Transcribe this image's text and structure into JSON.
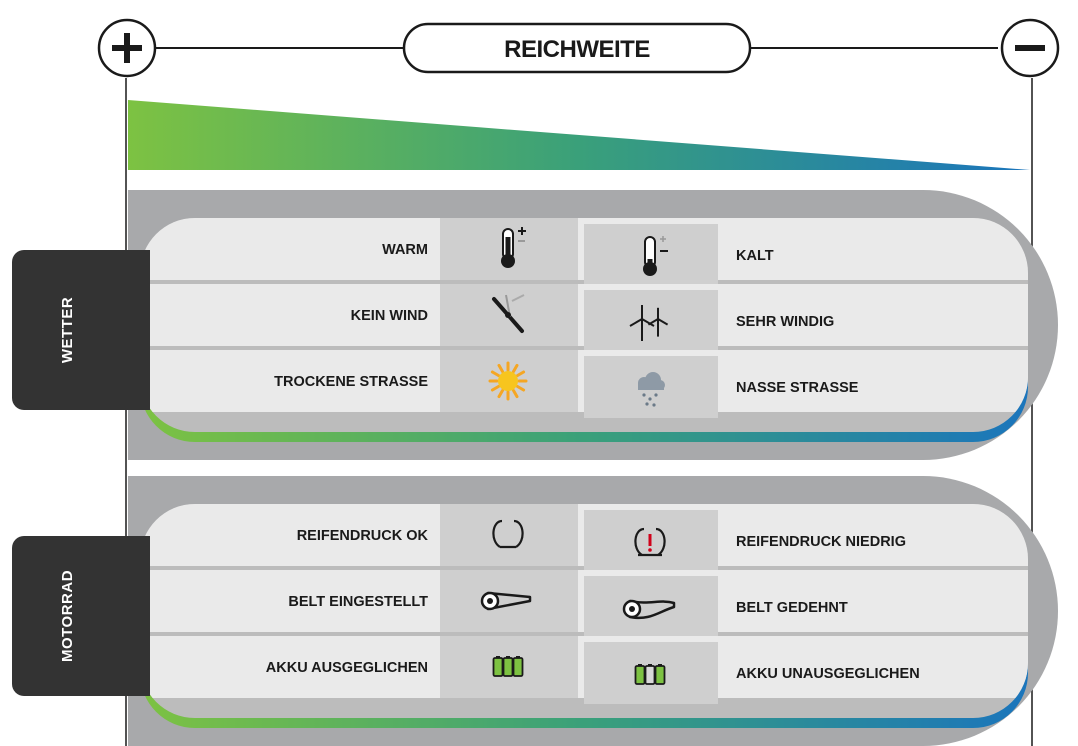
{
  "header": {
    "title": "REICHWEITE",
    "plus_symbol": "+",
    "minus_symbol": "−"
  },
  "colors": {
    "gradient_start": "#7dc242",
    "gradient_end": "#1b75bc",
    "sidebar_tab": "#333333",
    "band_bg": "#a8a9ab",
    "row_bg": "#eaeaea",
    "icon_cell_bg": "#cfcfcf"
  },
  "sections": [
    {
      "title": "WETTER",
      "rows": [
        {
          "left_label": "WARM",
          "left_icon": "thermometer-warm-icon",
          "right_label": "KALT",
          "right_icon": "thermometer-cold-icon"
        },
        {
          "left_label": "KEIN WIND",
          "left_icon": "windmill-still-icon",
          "right_label": "SEHR WINDIG",
          "right_icon": "windmills-spinning-icon"
        },
        {
          "left_label": "TROCKENE STRASSE",
          "left_icon": "sun-icon",
          "right_label": "NASSE STRASSE",
          "right_icon": "rain-cloud-icon"
        }
      ]
    },
    {
      "title": "MOTORRAD",
      "rows": [
        {
          "left_label": "REIFENDRUCK OK",
          "left_icon": "tire-pressure-ok-icon",
          "right_label": "REIFENDRUCK NIEDRIG",
          "right_icon": "tire-pressure-low-icon"
        },
        {
          "left_label": "BELT EINGESTELLT",
          "left_icon": "belt-tight-icon",
          "right_label": "BELT GEDEHNT",
          "right_icon": "belt-stretched-icon"
        },
        {
          "left_label": "AKKU AUSGEGLICHEN",
          "left_icon": "battery-balanced-icon",
          "right_label": "AKKU UNAUSGEGLICHEN",
          "right_icon": "battery-unbalanced-icon"
        }
      ]
    }
  ]
}
